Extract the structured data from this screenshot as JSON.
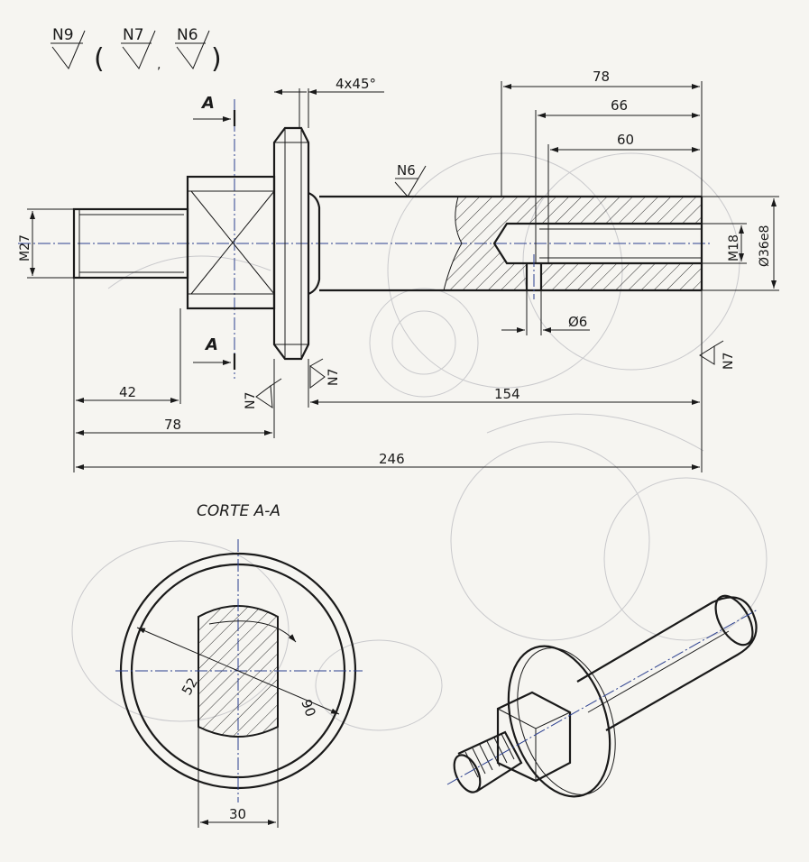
{
  "surface_finish": {
    "general": "N9",
    "bracket_items": [
      "N7",
      "N6"
    ],
    "shaft_body": "N6",
    "flange_left": "N7",
    "flange_right": "N7",
    "end_face": "N7"
  },
  "section_marks": {
    "top": "A",
    "bottom": "A"
  },
  "dimensions": {
    "chamfer": "4x45°",
    "d78_top": "78",
    "d66": "66",
    "d60": "60",
    "thread_major": "M27",
    "bore_thread": "M18",
    "shaft_diameter": "Ø36e8",
    "pin_hole": "Ø6",
    "d42": "42",
    "d154": "154",
    "d78_bottom": "78",
    "d246": "246"
  },
  "section_view": {
    "title": "CORTE A-A",
    "d52": "52",
    "d90": "90",
    "d30": "30"
  },
  "colors": {
    "ink": "#1a1a1a",
    "centerline": "#2a3f8f",
    "ghost": "#c9c9cc",
    "paper": "#f6f5f1"
  }
}
